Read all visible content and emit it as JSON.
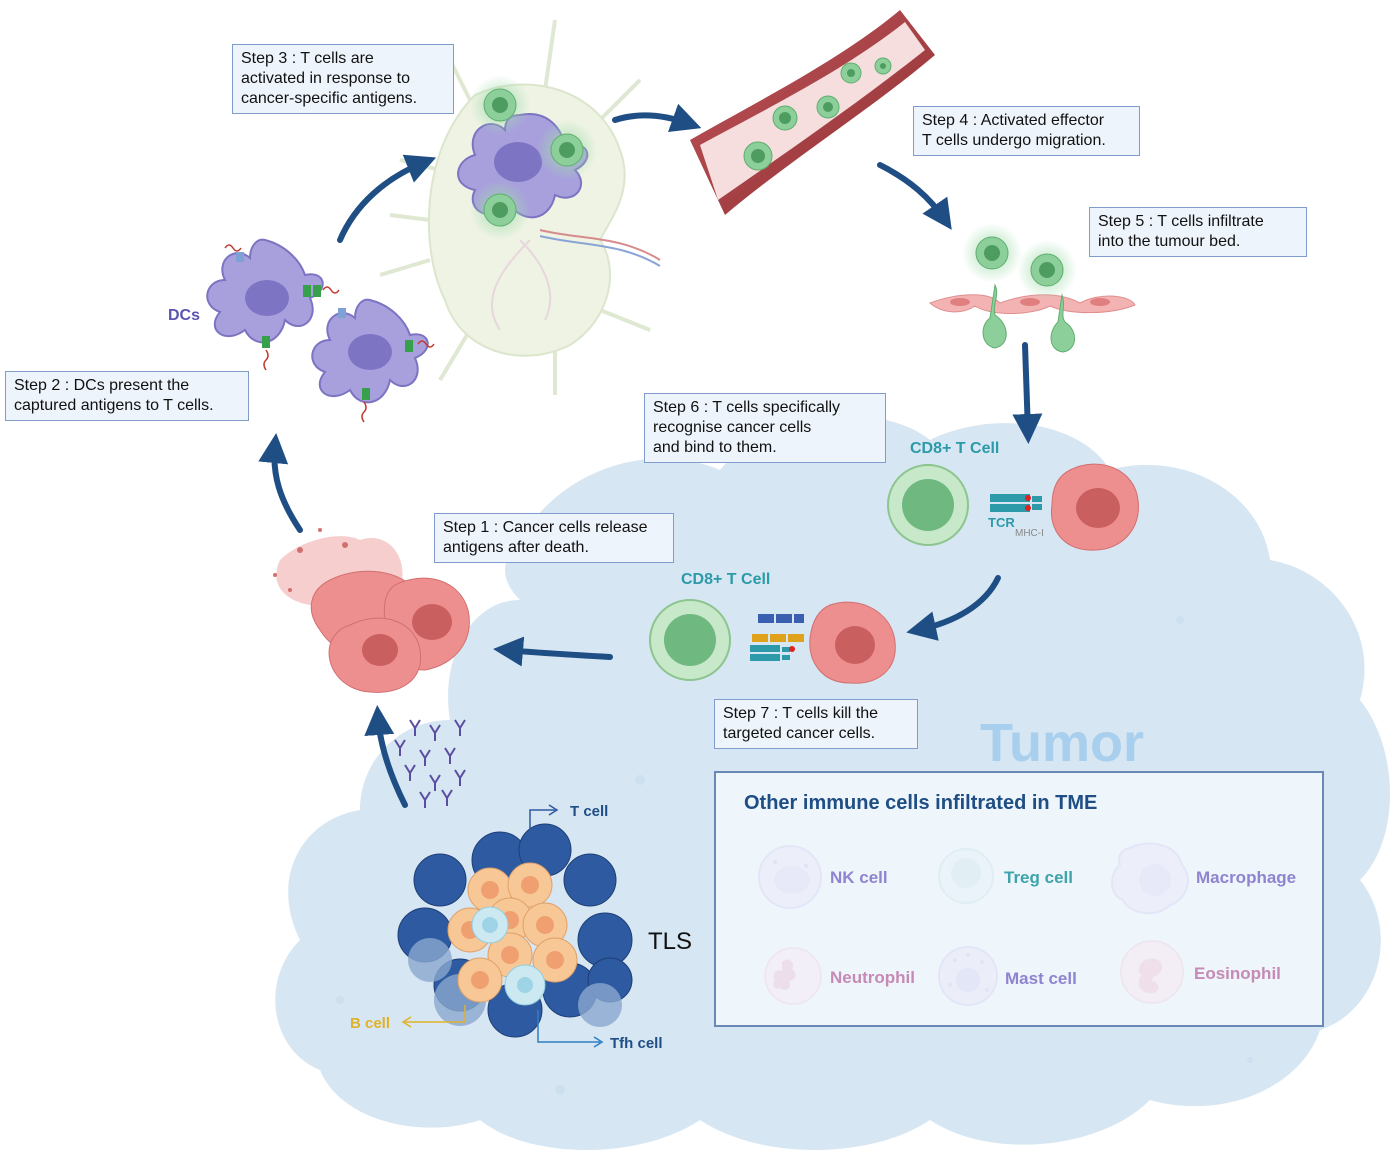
{
  "steps": {
    "step1": "Step 1 : Cancer cells release\nantigens after death.",
    "step2": "Step 2 : DCs present the\ncaptured antigens to T cells.",
    "step3": "Step 3 : T cells are\nactivated in response to\ncancer-specific antigens.",
    "step4": "Step 4 : Activated effector\nT cells undergo migration.",
    "step5": "Step 5 : T cells infiltrate\ninto the tumour bed.",
    "step6": "Step 6 : T cells specifically\nrecognise cancer cells\nand bind to them.",
    "step7": "Step 7 : T cells kill the\ntargeted cancer cells."
  },
  "labels": {
    "dcs": "DCs",
    "cd8_top": "CD8+ T Cell",
    "cd8_mid": "CD8+ T Cell",
    "tcr": "TCR",
    "mhc": "MHC-I",
    "tumor": "Tumor",
    "tls": "TLS",
    "t_cell": "T cell",
    "b_cell": "B cell",
    "tfh_cell": "Tfh cell"
  },
  "tme": {
    "title": "Other immune cells infiltrated in TME",
    "cells": [
      "NK cell",
      "Treg cell",
      "Macrophage",
      "Neutrophil",
      "Mast cell",
      "Eosinophil"
    ]
  },
  "colors": {
    "arrow": "#1f4e85",
    "tumor_bg": "#d6e6f2",
    "cancer": "#ee8f8f",
    "t_cell": "#8ccf9a",
    "dc": "#a8a0dc",
    "cd8_label": "#2c9aa8",
    "dcs_label": "#5b55b0",
    "tme_title": "#1f4e85"
  }
}
